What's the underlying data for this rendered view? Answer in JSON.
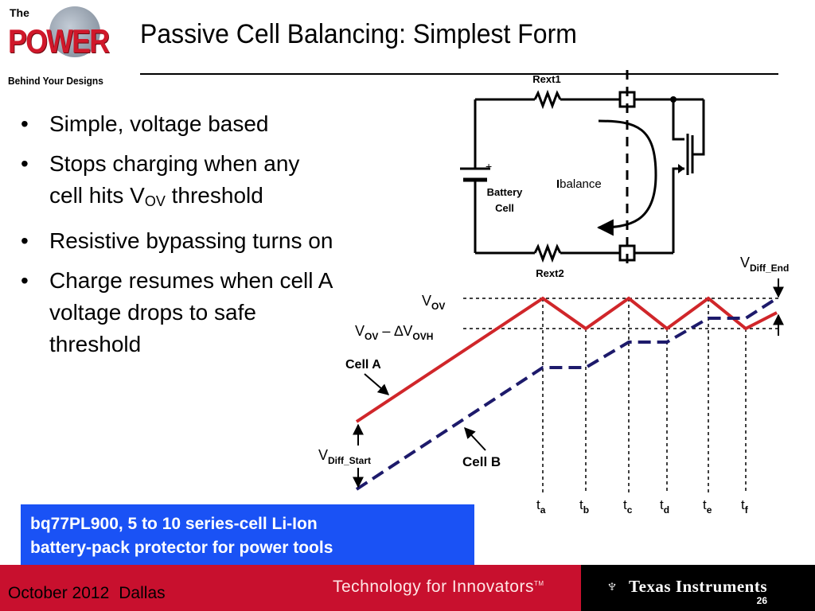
{
  "logo": {
    "line1": "The",
    "line2": "POWER",
    "line3": "Behind Your Designs"
  },
  "title": "Passive Cell Balancing: Simplest Form",
  "bullets": [
    {
      "text": "Simple, voltage based"
    },
    {
      "text": "Stops charging when any cell hits V",
      "sub": "OV",
      "tail": " threshold"
    },
    {
      "text": "Resistive bypassing turns on"
    },
    {
      "text": "Charge resumes when cell A voltage drops to safe threshold"
    }
  ],
  "circuit": {
    "rext1": "Rext1",
    "rext2": "Rext2",
    "plus": "+",
    "battery_line1": "Battery",
    "battery_line2": "Cell",
    "ibalance_i": "I",
    "ibalance_rest": "balance"
  },
  "timing": {
    "vov": "V",
    "vov_sub": "OV",
    "vovh": "V",
    "vovh_sub": "OV",
    "vovh_mid": " – ∆V",
    "vovh_sub2": "OVH",
    "vdiff_end": "V",
    "vdiff_end_sub": "Diff_End",
    "vdiff_start": "V",
    "vdiff_start_sub": "Diff_Start",
    "cell_a": "Cell A",
    "cell_b": "Cell B",
    "times": [
      {
        "t": "t",
        "sub": "a"
      },
      {
        "t": "t",
        "sub": "b"
      },
      {
        "t": "t",
        "sub": "c"
      },
      {
        "t": "t",
        "sub": "d"
      },
      {
        "t": "t",
        "sub": "e"
      },
      {
        "t": "t",
        "sub": "f"
      }
    ],
    "colors": {
      "cell_a": "#d0262a",
      "cell_b": "#1d1a6b"
    }
  },
  "callout": {
    "line1": "bq77PL900, 5 to 10 series-cell Li-Ion",
    "line2": "battery-pack protector for power tools"
  },
  "footer": {
    "month": "October 2012",
    "city": "Dallas",
    "tagline": "Technology for Innovators",
    "tm": "TM",
    "ti_name": "Texas Instruments",
    "page": "26",
    "ghost_page": "26"
  }
}
